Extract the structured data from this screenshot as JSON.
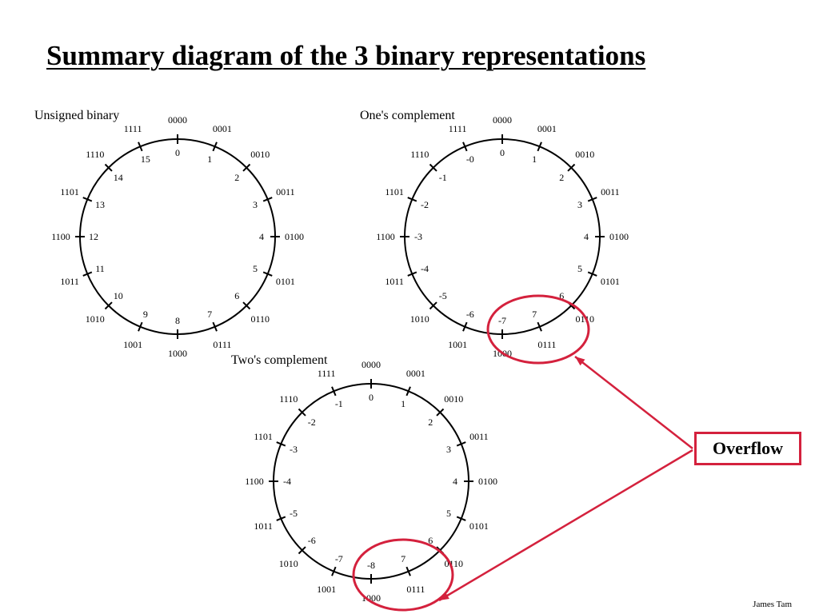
{
  "slide": {
    "title": "Summary diagram of the 3 binary representations",
    "author": "James Tam",
    "annotation_label": "Overflow",
    "accent_color": "#d4213d"
  },
  "wheels": [
    {
      "id": "unsigned",
      "title": "Unsigned binary",
      "codes": [
        "0000",
        "0001",
        "0010",
        "0011",
        "0100",
        "0101",
        "0110",
        "0111",
        "1000",
        "1001",
        "1010",
        "1011",
        "1100",
        "1101",
        "1110",
        "1111"
      ],
      "values": [
        "0",
        "1",
        "2",
        "3",
        "4",
        "5",
        "6",
        "7",
        "8",
        "9",
        "10",
        "11",
        "12",
        "13",
        "14",
        "15"
      ],
      "overflow_highlight": false
    },
    {
      "id": "ones-complement",
      "title": "One's complement",
      "codes": [
        "0000",
        "0001",
        "0010",
        "0011",
        "0100",
        "0101",
        "0110",
        "0111",
        "1000",
        "1001",
        "1010",
        "1011",
        "1100",
        "1101",
        "1110",
        "1111"
      ],
      "values": [
        "0",
        "1",
        "2",
        "3",
        "4",
        "5",
        "6",
        "7",
        "-7",
        "-6",
        "-5",
        "-4",
        "-3",
        "-2",
        "-1",
        "-0"
      ],
      "overflow_highlight": true
    },
    {
      "id": "twos-complement",
      "title": "Two's complement",
      "codes": [
        "0000",
        "0001",
        "0010",
        "0011",
        "0100",
        "0101",
        "0110",
        "0111",
        "1000",
        "1001",
        "1010",
        "1011",
        "1100",
        "1101",
        "1110",
        "1111"
      ],
      "values": [
        "0",
        "1",
        "2",
        "3",
        "4",
        "5",
        "6",
        "7",
        "-8",
        "-7",
        "-6",
        "-5",
        "-4",
        "-3",
        "-2",
        "-1"
      ],
      "overflow_highlight": true
    }
  ]
}
